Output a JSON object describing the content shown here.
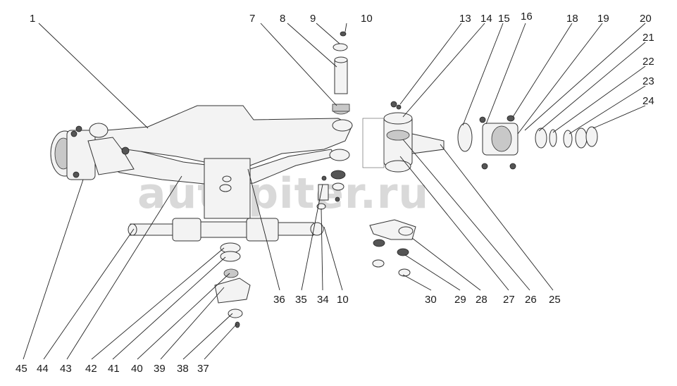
{
  "watermark": "autopiter.ru",
  "callouts": [
    {
      "id": "1",
      "text": "1"
    },
    {
      "id": "7",
      "text": "7"
    },
    {
      "id": "8",
      "text": "8"
    },
    {
      "id": "9",
      "text": "9"
    },
    {
      "id": "10a",
      "text": "10"
    },
    {
      "id": "13",
      "text": "13"
    },
    {
      "id": "14",
      "text": "14"
    },
    {
      "id": "15",
      "text": "15"
    },
    {
      "id": "16",
      "text": "16"
    },
    {
      "id": "18",
      "text": "18"
    },
    {
      "id": "19",
      "text": "19"
    },
    {
      "id": "20",
      "text": "20"
    },
    {
      "id": "21",
      "text": "21"
    },
    {
      "id": "22",
      "text": "22"
    },
    {
      "id": "23",
      "text": "23"
    },
    {
      "id": "24",
      "text": "24"
    },
    {
      "id": "25",
      "text": "25"
    },
    {
      "id": "26",
      "text": "26"
    },
    {
      "id": "27",
      "text": "27"
    },
    {
      "id": "28",
      "text": "28"
    },
    {
      "id": "29",
      "text": "29"
    },
    {
      "id": "30",
      "text": "30"
    },
    {
      "id": "10b",
      "text": "10"
    },
    {
      "id": "34",
      "text": "34"
    },
    {
      "id": "35",
      "text": "35"
    },
    {
      "id": "36",
      "text": "36"
    },
    {
      "id": "37",
      "text": "37"
    },
    {
      "id": "38",
      "text": "38"
    },
    {
      "id": "39",
      "text": "39"
    },
    {
      "id": "40",
      "text": "40"
    },
    {
      "id": "41",
      "text": "41"
    },
    {
      "id": "42",
      "text": "42"
    },
    {
      "id": "43",
      "text": "43"
    },
    {
      "id": "44",
      "text": "44"
    },
    {
      "id": "45",
      "text": "45"
    }
  ]
}
